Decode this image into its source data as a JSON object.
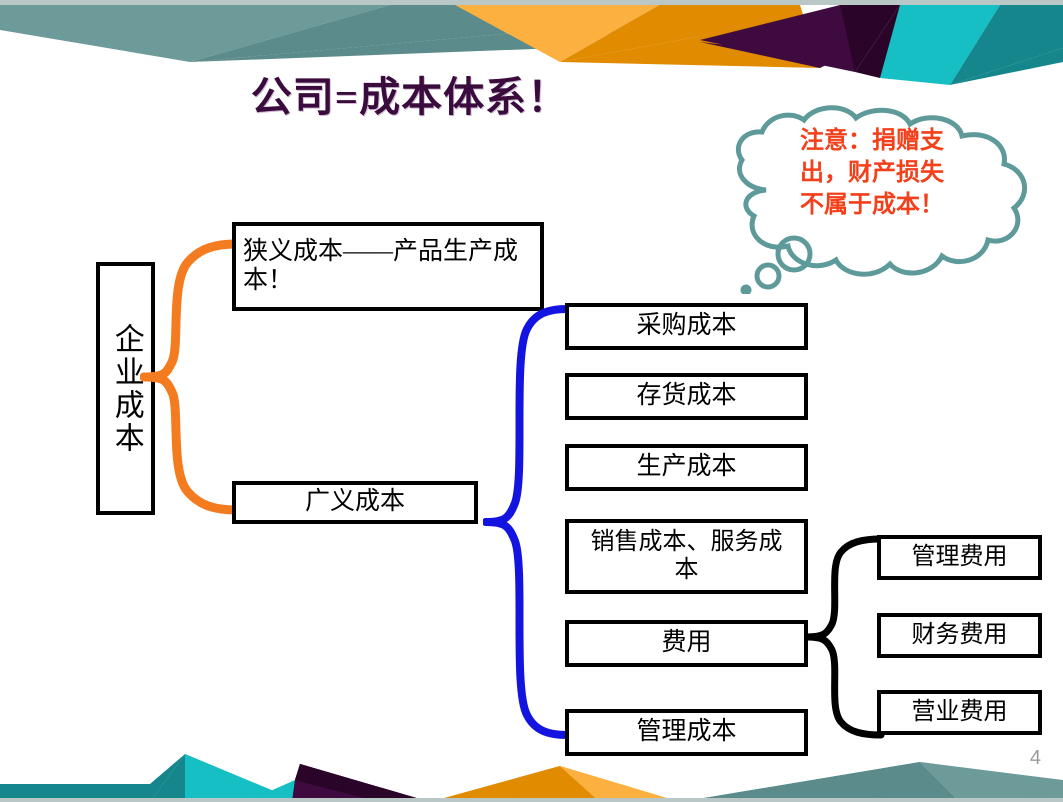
{
  "slide": {
    "title": "公司=成本体系！",
    "page_number": "4",
    "title_color": "#3a0b3d",
    "accent_colors": {
      "teal_dark": "#14868c",
      "teal_light": "#16bfc4",
      "gray_teal": "#5b8b8a",
      "gray_teal_light": "#6d9b99",
      "orange_dark": "#e08b00",
      "orange_light": "#fbb040",
      "purple": "#3f0a3f",
      "purple_dark": "#2b0529"
    }
  },
  "callout": {
    "name": "注意提示云",
    "text_line1": "注意：捐赠支",
    "text_line2": "出，财产损失",
    "text_line3": "不属于成本！",
    "text_full": "注意：捐赠支出，财产损失不属于成本！",
    "text_color": "#f4401a",
    "outline_color": "#5f9a9a"
  },
  "diagram": {
    "root": {
      "label": "企业成本"
    },
    "branch_level1": [
      {
        "label": "狭义成本——产品生产成本！"
      },
      {
        "label": "广义成本"
      }
    ],
    "branch_level2": [
      {
        "label": "采购成本"
      },
      {
        "label": "存货成本"
      },
      {
        "label": "生产成本"
      },
      {
        "label_line1": "销售成本、服务成",
        "label_line2": "本",
        "label": "销售成本、服务成本"
      },
      {
        "label": "费用"
      },
      {
        "label": "管理成本"
      }
    ],
    "branch_level3": [
      {
        "label": "管理费用"
      },
      {
        "label": "财务费用"
      },
      {
        "label": "营业费用"
      }
    ],
    "connector_colors": {
      "root_brace": "#f47c20",
      "broad_brace": "#1414e0",
      "expense_brace": "#000000"
    }
  }
}
